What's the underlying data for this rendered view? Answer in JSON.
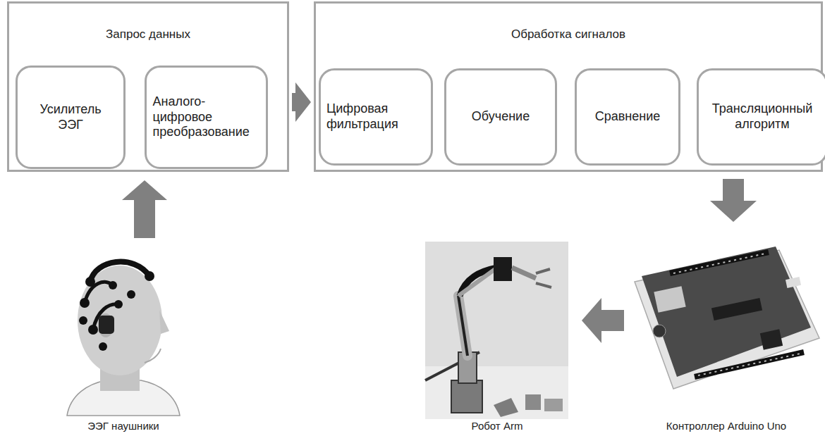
{
  "diagram": {
    "nodes": [
      {
        "text": [
          "Запрос данных"
        ]
      },
      {
        "text": [
          "Усилитель ЭЭГ"
        ],
        "in": 0
      },
      {
        "text": [
          "Аналого- цифровое преобразование"
        ],
        "in": 0
      },
      {
        "text": [
          "Обработка сигналов"
        ]
      },
      {
        "text": [
          "Цифровая фильтрация"
        ],
        "in": 3
      },
      {
        "text": [
          "Обучение"
        ],
        "in": 3
      },
      {
        "text": [
          "Сравнение"
        ],
        "in": 3
      },
      {
        "text": [
          "Трансляционный алгоритм"
        ],
        "in": 3
      },
      {
        "text": [
          "ЭЭГ наушники"
        ]
      },
      {
        "text": [
          "Контроллер Arduino Uno"
        ]
      },
      {
        "text": [
          "Робот Arm"
        ]
      }
    ],
    "edges": [
      {
        "from": 8,
        "to": 0,
        "arrow": "to"
      },
      {
        "from": 0,
        "to": 3,
        "arrow": "to"
      },
      {
        "from": 3,
        "to": 9,
        "arrow": "to"
      },
      {
        "from": 9,
        "to": 10,
        "arrow": "to"
      }
    ]
  }
}
